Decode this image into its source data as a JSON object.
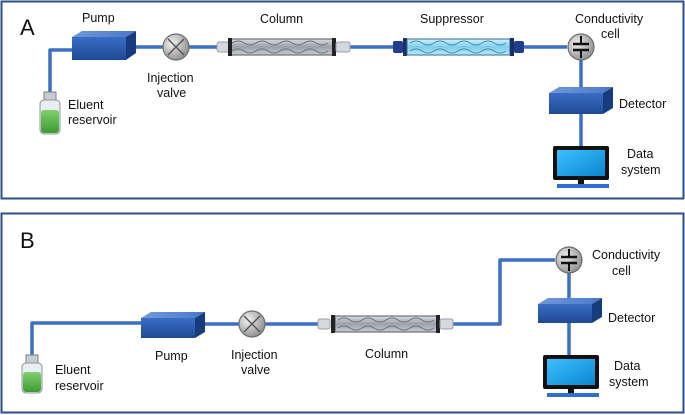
{
  "panels": [
    {
      "letter": "A",
      "labels": {
        "pump": "Pump",
        "column": "Column",
        "suppressor": "Suppressor",
        "cond1": "Conductivity",
        "cond2": "cell",
        "inj1": "Injection",
        "inj2": "valve",
        "eluent1": "Eluent",
        "eluent2": "reservoir",
        "detector": "Detector",
        "data1": "Data",
        "data2": "system"
      }
    },
    {
      "letter": "B",
      "labels": {
        "pump": "Pump",
        "column": "Column",
        "cond1": "Conductivity",
        "cond2": "cell",
        "inj1": "Injection",
        "inj2": "valve",
        "eluent1": "Eluent",
        "eluent2": "reservoir",
        "detector": "Detector",
        "data1": "Data",
        "data2": "system"
      }
    }
  ],
  "colors": {
    "frame": "#2b4f86",
    "tubing": "#3d6fc2",
    "box": "#2f5fb3",
    "screen": "#1aa0e8",
    "liquid": "#55b848"
  }
}
